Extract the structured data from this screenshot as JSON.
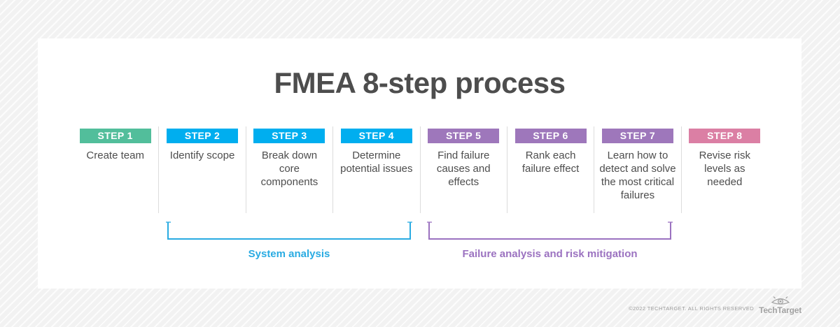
{
  "title": "FMEA 8-step process",
  "steps": [
    {
      "label": "STEP 1",
      "description": "Create team",
      "color": "#52be9b"
    },
    {
      "label": "STEP 2",
      "description": "Identify scope",
      "color": "#00aeef"
    },
    {
      "label": "STEP 3",
      "description": "Break down core components",
      "color": "#00aeef"
    },
    {
      "label": "STEP 4",
      "description": "Determine potential issues",
      "color": "#00aeef"
    },
    {
      "label": "STEP 5",
      "description": "Find failure causes and effects",
      "color": "#9e77bb"
    },
    {
      "label": "STEP 6",
      "description": "Rank each failure effect",
      "color": "#9e77bb"
    },
    {
      "label": "STEP 7",
      "description": "Learn how to detect and solve the most critical failures",
      "color": "#9e77bb"
    },
    {
      "label": "STEP 8",
      "description": "Revise risk levels as needed",
      "color": "#db7fa4"
    }
  ],
  "groups": [
    {
      "label": "System analysis",
      "color": "#29abe2"
    },
    {
      "label": "Failure analysis and risk mitigation",
      "color": "#9b72c0"
    }
  ],
  "footer": {
    "copyright": "©2022 TECHTARGET. ALL RIGHTS RESERVED",
    "brand": "TechTarget"
  }
}
